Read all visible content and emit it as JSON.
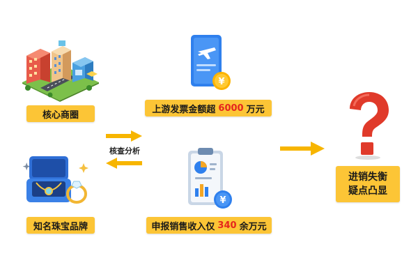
{
  "nodes": {
    "business_district": {
      "label": "核心商圈"
    },
    "jewelry_brand": {
      "label": "知名珠宝品牌"
    },
    "invoice": {
      "prefix": "上游发票金额超",
      "amount": "6000",
      "suffix": "万元"
    },
    "sales": {
      "prefix": "申报销售收入仅",
      "amount": "340",
      "suffix": "余万元"
    },
    "result": {
      "line1": "进销失衡",
      "line2": "疑点凸显"
    }
  },
  "edge_label": "核查分析",
  "colors": {
    "label_bg": "#fcc536",
    "highlight": "#e5261d",
    "arrow": "#f7b500",
    "ticket_blue": "#2f80ed",
    "question_red": "#e03a2a"
  },
  "icons": [
    "buildings-icon",
    "ring-box-icon",
    "plane-ticket-icon",
    "clipboard-report-icon",
    "question-mark-icon",
    "yen-coin-icon"
  ]
}
